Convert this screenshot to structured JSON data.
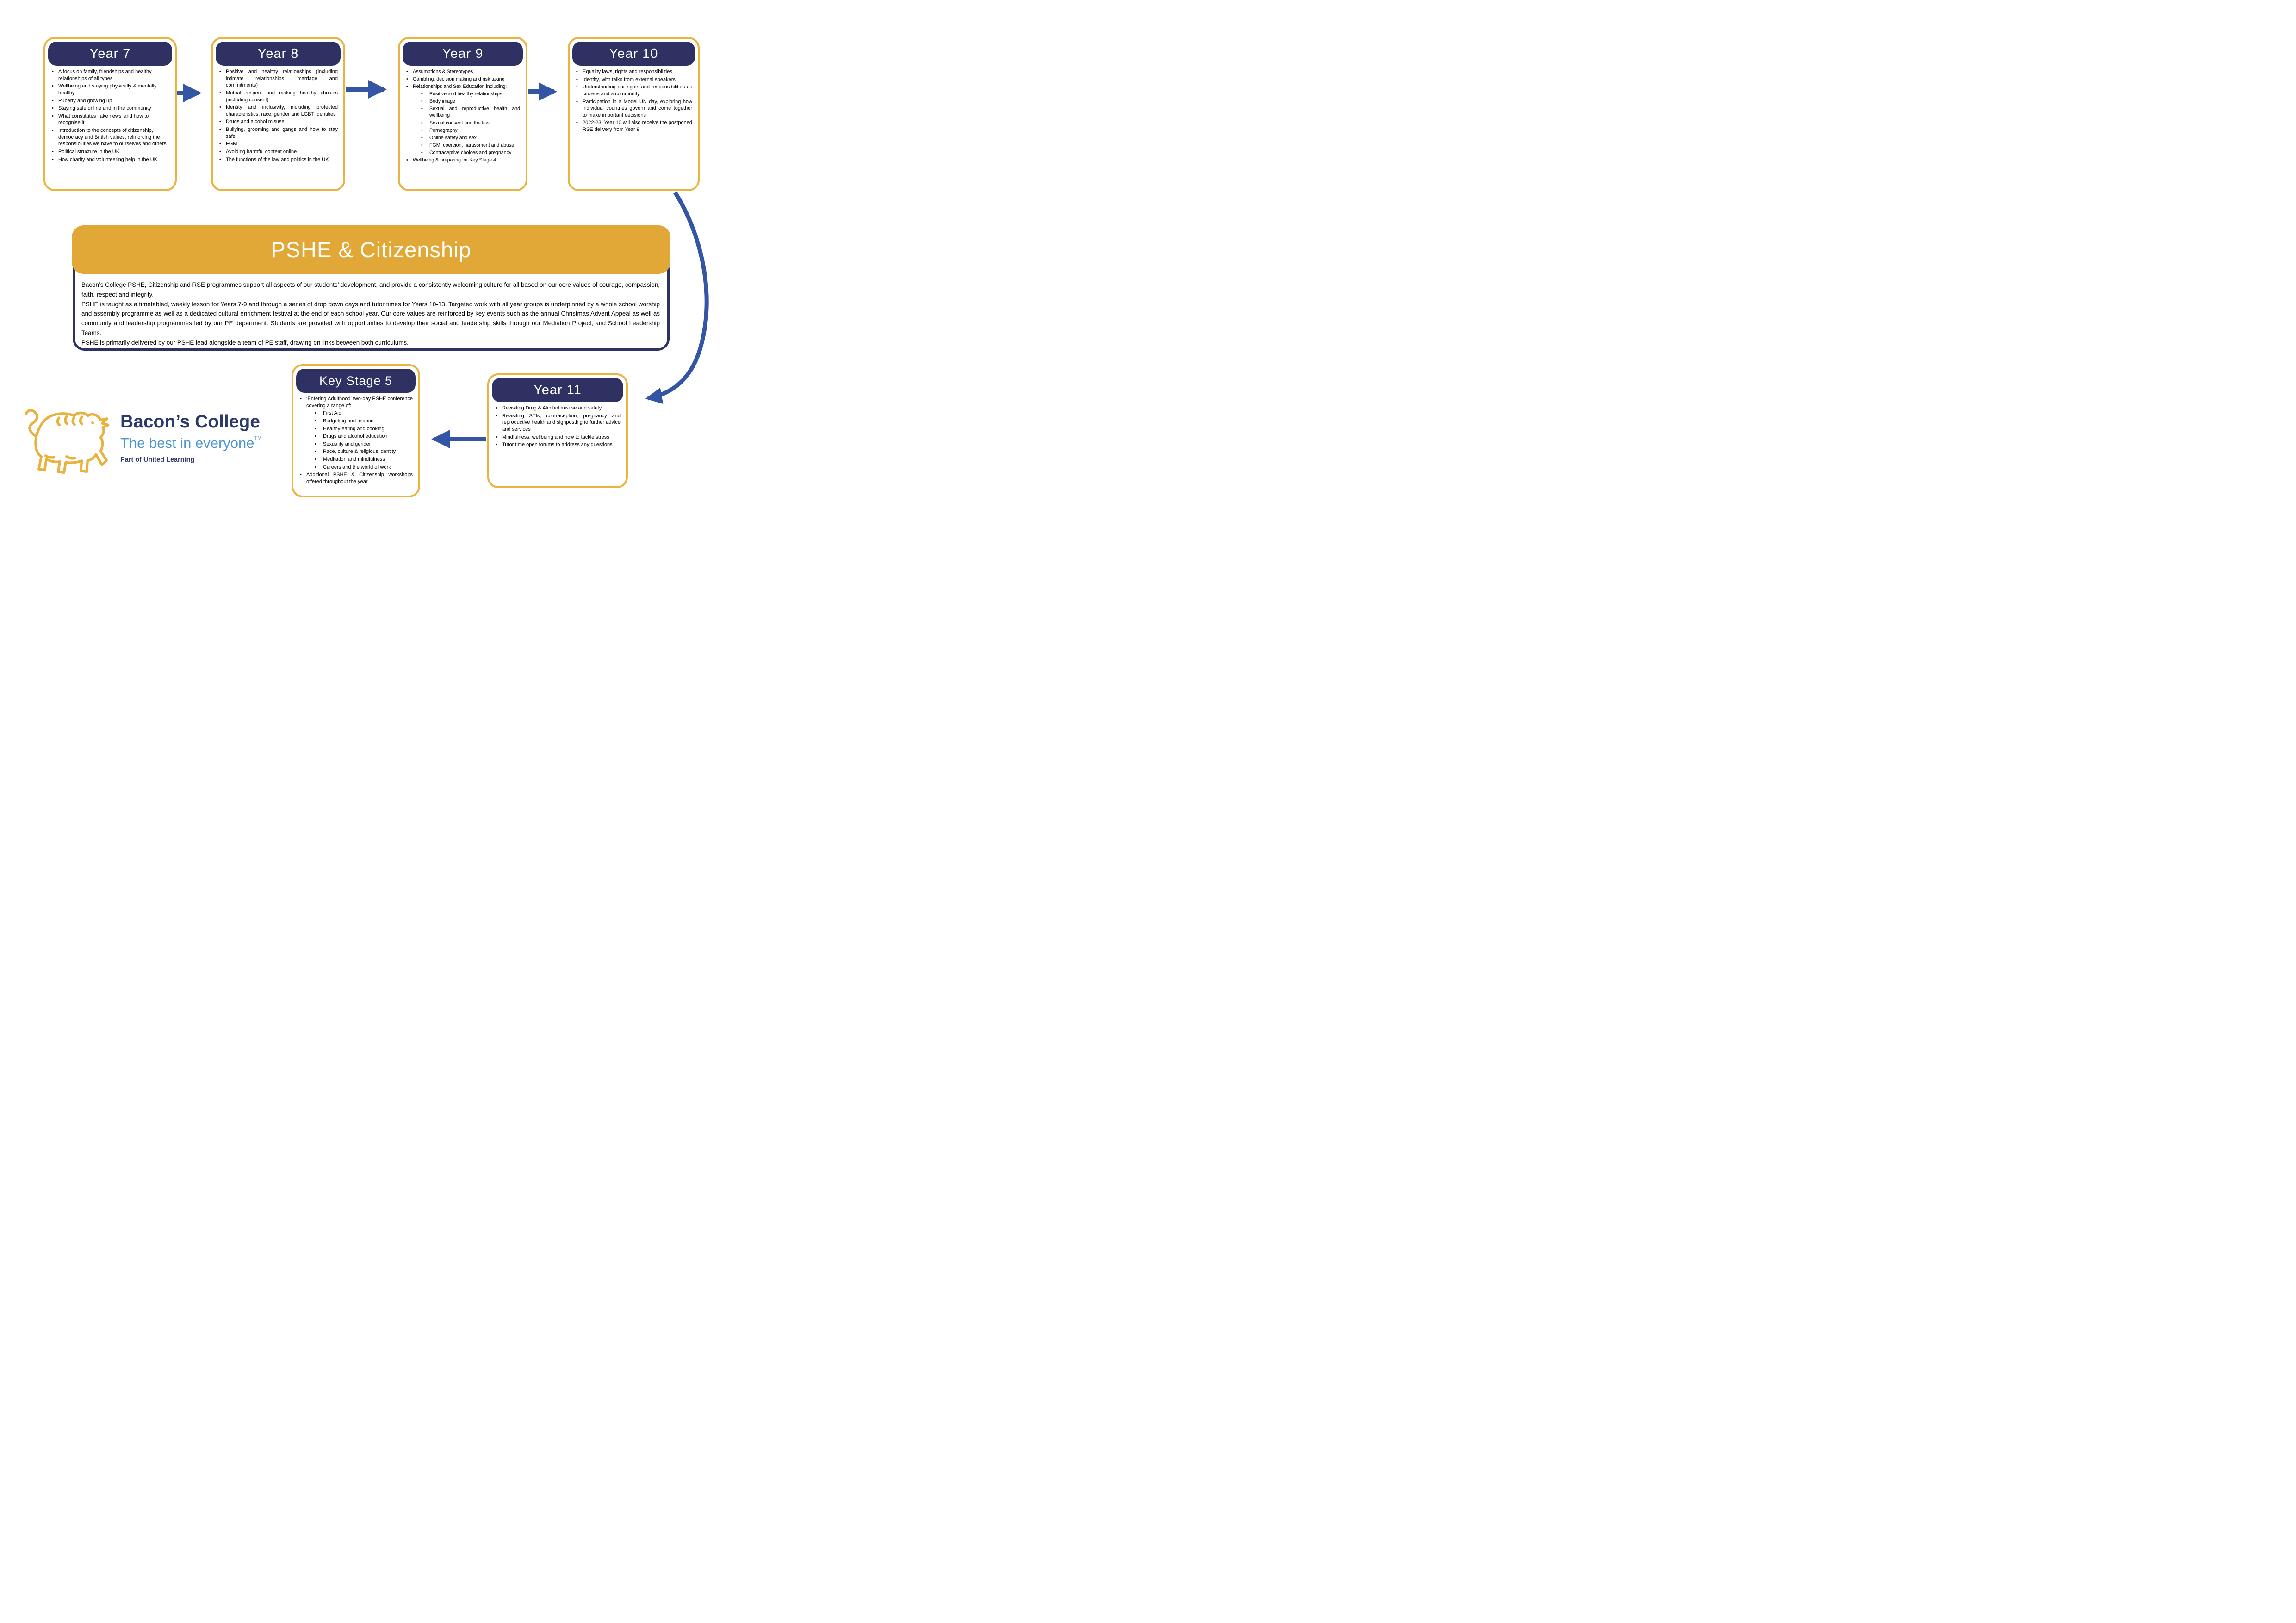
{
  "page_title": "PSHE & Citizenship curriculum map",
  "colors": {
    "navy": "#2f3163",
    "border_gold": "#ebb33f",
    "banner_gold": "#e1a837",
    "arrow_blue": "#3355a4",
    "tagline_blue": "#4b93d1",
    "logo_navy": "#2b3a69"
  },
  "boxes": {
    "year7": {
      "title": "Year 7",
      "items": [
        "A focus on family, friendships and healthy relationships of all types",
        "Wellbeing and staying physically & mentally healthy",
        "Puberty and growing up",
        "Staying safe online and in the community",
        "What constitutes ‘fake news’ and how to recognise it",
        "Introduction to the concepts of citizenship, democracy and British values, reinforcing the responsibilities we have to ourselves and others",
        "Political structure in the UK",
        "How charity and volunteering help in the UK"
      ]
    },
    "year8": {
      "title": "Year 8",
      "items": [
        "Positive and healthy relationships (including intimate relationships, marriage and commitments)",
        "Mutual respect and making healthy choices (including consent)",
        "Identity and inclusivity, including protected characteristics, race, gender and LGBT identities",
        "Drugs and alcohol misuse",
        "Bullying, grooming and gangs and how to stay safe",
        "FGM",
        "Avoiding harmful content online",
        "The functions of the law and politics in the UK"
      ]
    },
    "year9": {
      "title": "Year 9",
      "items": [
        "Assumptions & Stereotypes",
        "Gambling, decision making and risk taking",
        "Relationships and Sex Education including:",
        "Wellbeing & preparing for Key Stage 4"
      ],
      "sub": [
        "Positive and healthy relationships",
        "Body image",
        "Sexual and reproductive health and wellbeing",
        "Sexual consent and the law",
        "Pornography",
        "Online safety and sex",
        "FGM, coercion, harassment and abuse",
        "Contraceptive choices and pregnancy"
      ]
    },
    "year10": {
      "title": "Year 10",
      "items": [
        "Equality laws, rights and responsibilities",
        "Identity, with talks from external speakers",
        "Understanding our rights and responsibilities as citizens and a community.",
        "Participation in a Model UN day, exploring how individual countries govern and come together to make important decisions",
        "2022-23: Year 10 will also receive the postponed RSE delivery from Year 9"
      ]
    },
    "ks5": {
      "title": "Key Stage 5",
      "items": [
        "‘Entering Adulthood’ two-day PSHE conference covering a range of:",
        "Additional PSHE & Citizenship workshops offered throughout the year"
      ],
      "sub": [
        "First Aid",
        "Budgeting and finance",
        "Healthy eating and cooking",
        "Drugs and alcohol education",
        "Sexuality and gender",
        "Race, culture & religious identity",
        "Meditation and mindfulness",
        "Careers and the world of work"
      ]
    },
    "year11": {
      "title": "Year 11",
      "items": [
        "Revisiting Drug & Alcohol misuse and safety",
        "Revisiting STIs, contraception, pregnancy and reproductive health and signposting to further advice and services",
        "Mindfulness, wellbeing and how to tackle stress",
        "Tutor time open forums to address any questions"
      ]
    }
  },
  "banner": {
    "title": "PSHE & Citizenship",
    "paragraphs": [
      "Bacon’s College PSHE, Citizenship and RSE programmes support all aspects of our students’ development, and provide a consistently welcoming culture for all based on our core values of courage, compassion, faith, respect and integrity.",
      "PSHE is taught as a timetabled, weekly lesson for Years 7-9 and through a series of drop down days and tutor times for Years 10-13. Targeted work with all year groups is underpinned by a whole school worship and assembly programme as well as a dedicated cultural enrichment festival at the end of each school year.  Our core values are reinforced by key events such as the annual Christmas Advent Appeal as well as community and leadership programmes led by our PE department. Students are provided with opportunities to develop their social and leadership skills through our Mediation Project, and School Leadership Teams.",
      "PSHE is primarily delivered by our PSHE lead alongside a team of PE staff, drawing on links between both curriculums."
    ]
  },
  "logo": {
    "name": "Bacon’s College",
    "tagline": "The best in everyone",
    "tm": "TM",
    "subline": "Part of United Learning"
  }
}
